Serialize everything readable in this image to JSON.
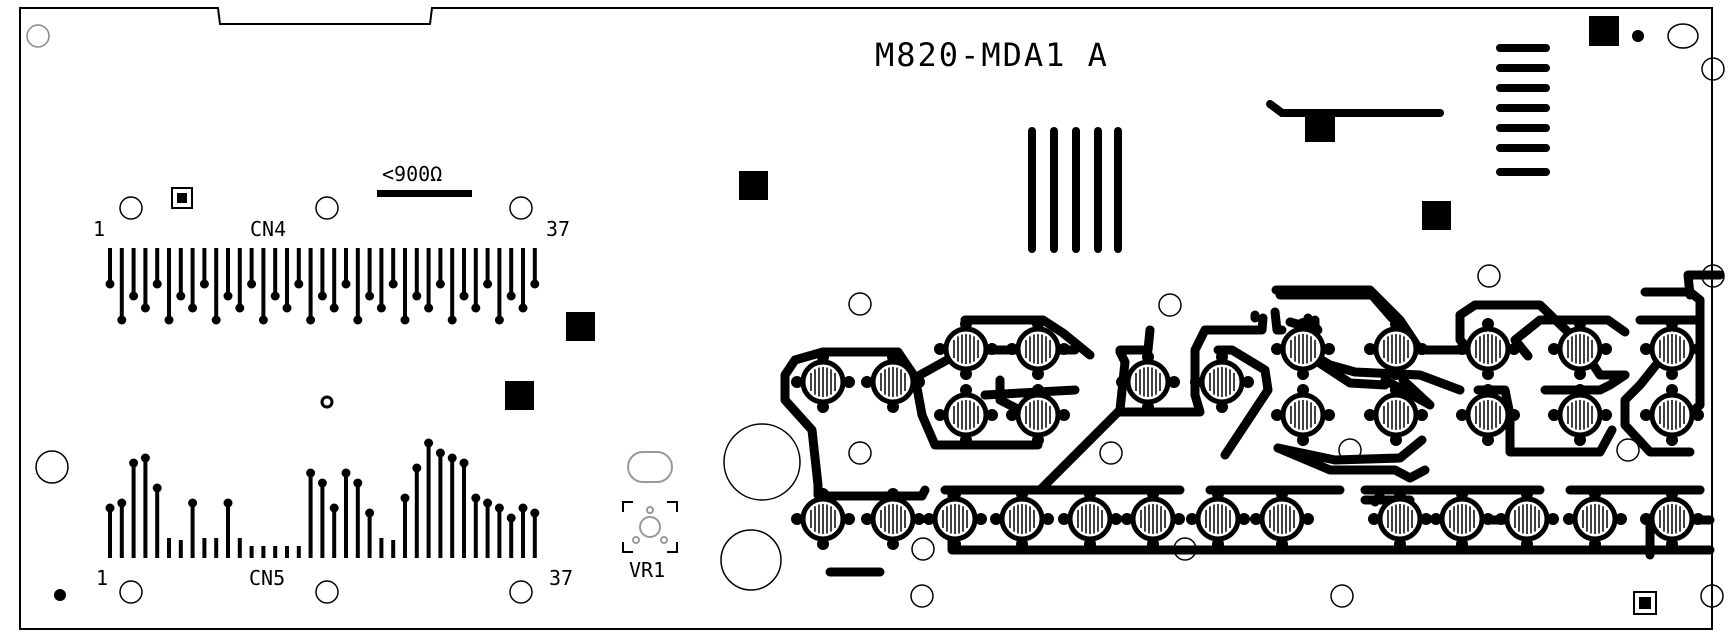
{
  "board": {
    "title": "M820-MDA1 A",
    "resistor_note": "<900Ω"
  },
  "connectors": {
    "cn4": {
      "name": "CN4",
      "first_pin": "1",
      "last_pin": "37"
    },
    "cn5": {
      "name": "CN5",
      "first_pin": "1",
      "last_pin": "37"
    }
  },
  "components": {
    "vr1": "VR1"
  },
  "colors": {
    "copper": "#000000",
    "background": "#ffffff",
    "outline": "#000000"
  }
}
